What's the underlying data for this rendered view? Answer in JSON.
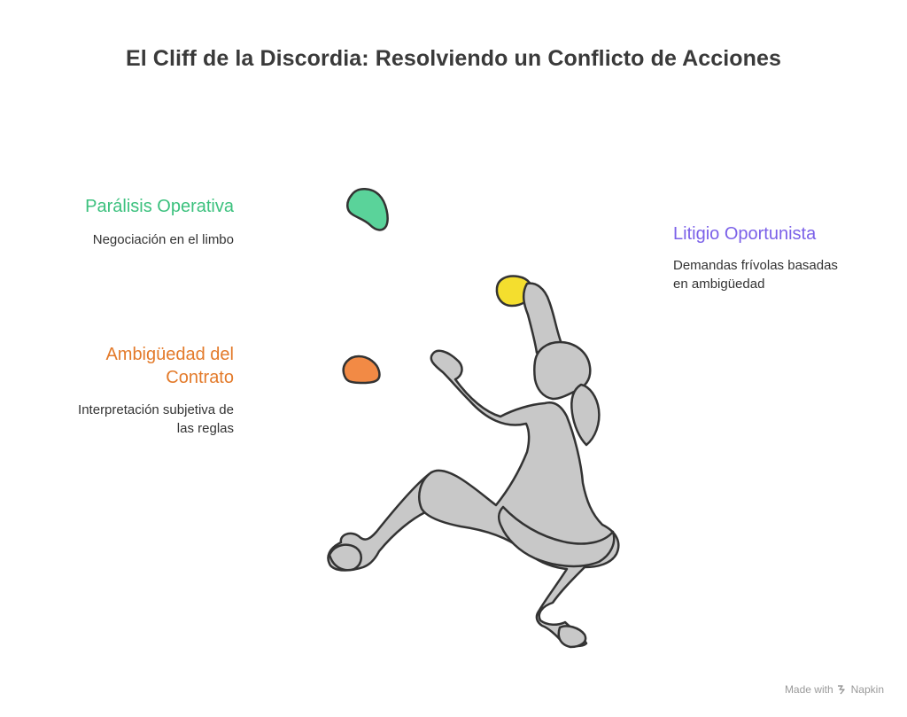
{
  "title": "El Cliff de la Discordia: Resolviendo un Conflicto de Acciones",
  "items": [
    {
      "heading": "Parálisis Operativa",
      "description_lines": [
        "Negociación en el limbo"
      ],
      "color": "#3cc17e"
    },
    {
      "heading_lines": [
        "Ambigüedad del",
        "Contrato"
      ],
      "description_lines": [
        "Interpretación subjetiva de",
        "las reglas"
      ],
      "color": "#e37a2a"
    },
    {
      "heading": "Litigio Oportunista",
      "description_lines": [
        "Demandas frívolas basadas",
        "en ambigüedad"
      ],
      "color": "#7b61e8"
    }
  ],
  "colors": {
    "hold_green": "#5ad39a",
    "hold_orange": "#f28a45",
    "hold_yellow": "#f4de2e",
    "climber_fill": "#c8c8c8",
    "outline": "#333333"
  },
  "footer": {
    "made_with": "Made with",
    "brand": "Napkin"
  }
}
